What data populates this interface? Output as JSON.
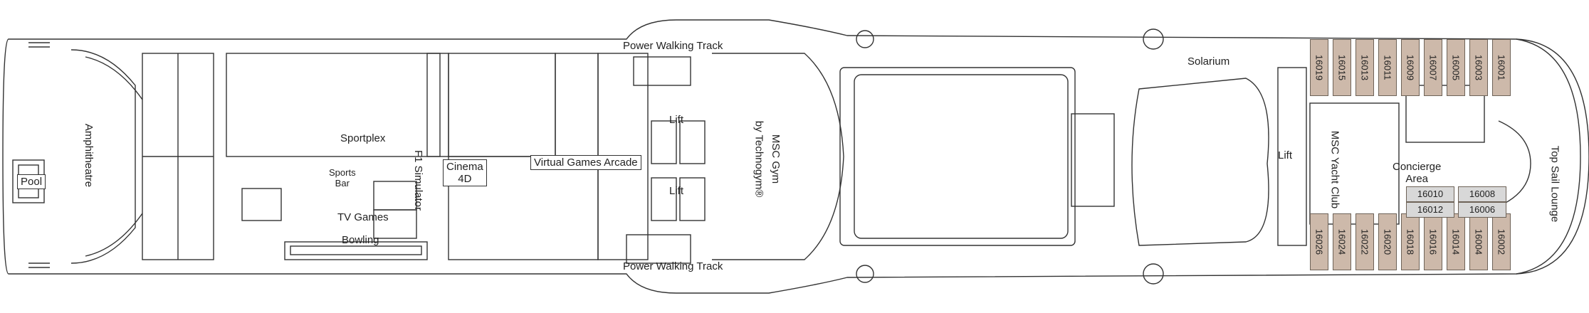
{
  "title": "",
  "labels": {
    "pool": "Pool",
    "amphitheatre": "Amphitheatre",
    "sportplex": "Sportplex",
    "sports_bar": "Sports\nBar",
    "f1_simulator": "F1 Simulator",
    "tv_games": "TV Games",
    "bowling": "Bowling",
    "cinema": "Cinema\n4D",
    "virtual_games_arcade": "Virtual Games Arcade",
    "lift_top": "Lift",
    "lift_bottom": "Lift",
    "gym_line1": "MSC Gym",
    "gym_line2": "by Technogym®",
    "walking_top": "Power Walking Track",
    "walking_bottom": "Power Walking Track",
    "solarium": "Solarium",
    "lift_yacht": "Lift",
    "yacht_club": "MSC Yacht Club",
    "concierge": "Concierge\nArea",
    "top_sail": "Top Sail Lounge"
  },
  "cabins_top": [
    "16019",
    "16015",
    "16013",
    "16011",
    "16009",
    "16007",
    "16005",
    "16003",
    "16001"
  ],
  "cabins_bottom": [
    "16026",
    "16024",
    "16022",
    "16020",
    "16018",
    "16016",
    "16014",
    "16004",
    "16002"
  ],
  "suites": [
    "16010",
    "16012",
    "16008",
    "16006"
  ],
  "colors": {
    "cabin": "#cdb9aa",
    "suite": "#d8d8d8",
    "outline": "#333333"
  }
}
